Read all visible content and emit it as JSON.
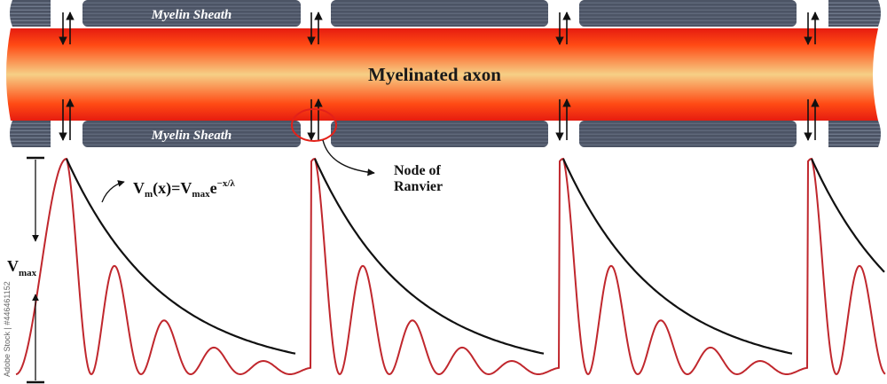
{
  "diagram": {
    "axon_label": "Myelinated axon",
    "sheath_label_top": "Myelin Sheath",
    "sheath_label_bottom": "Myelin Sheath",
    "node_label_line1": "Node of",
    "node_label_line2": "Ranvier",
    "equation": {
      "v": "V",
      "m_sub": "m",
      "x_part": "(x)=V",
      "max_sub": "max",
      "e": "e",
      "exponent": "−x/λ"
    },
    "vmax_label": {
      "v": "V",
      "sub": "max"
    },
    "credit": "Adobe Stock | #446461152"
  },
  "colors": {
    "axon_core": "#f3c77a",
    "axon_edge": "#ff3a12",
    "sheath": "#4d5566",
    "sheath_stripe": "#707a8c",
    "wave": "#c0272d",
    "envelope": "#111111",
    "highlight": "#e32119"
  },
  "icons": [
    "double-arrow-icon",
    "curved-arrow-icon"
  ]
}
